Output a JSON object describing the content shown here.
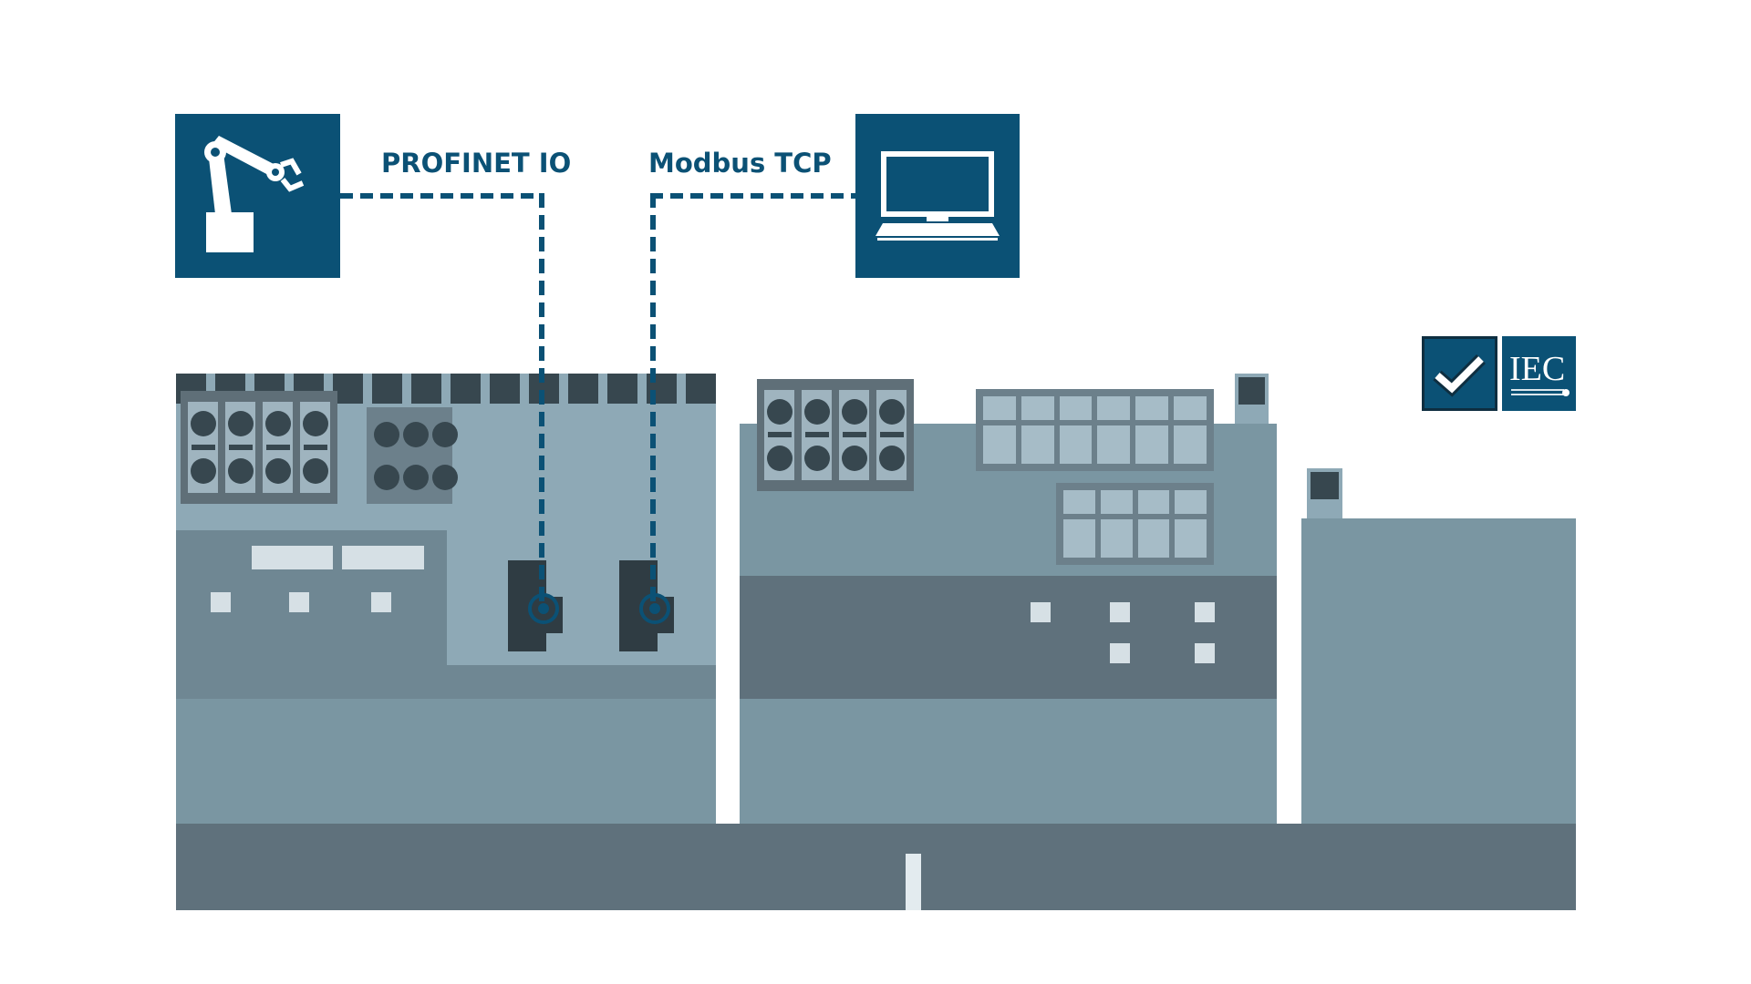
{
  "labels": {
    "profinet": "PROFINET IO",
    "modbus": "Modbus TCP"
  },
  "badge": {
    "text": "IEC"
  },
  "icons": {
    "left": "robot-arm-icon",
    "right": "laptop-icon",
    "badge": "checkmark-icon"
  },
  "colors": {
    "accent": "#0b5175",
    "module_light": "#8ea9b6",
    "module_mid": "#7a96a2",
    "module_dark": "#5f717c"
  }
}
